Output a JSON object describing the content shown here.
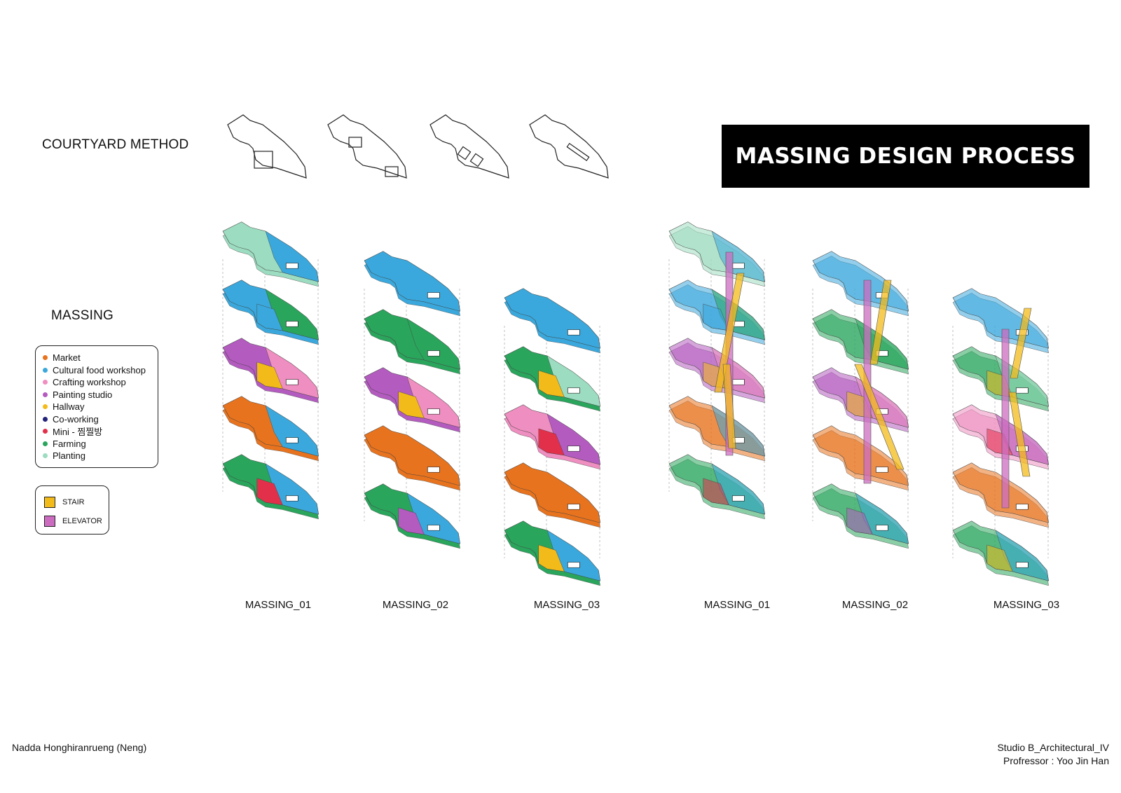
{
  "title": "MASSING DESIGN PROCESS",
  "sections": {
    "courtyard": "COURTYARD METHOD",
    "massing": "MASSING"
  },
  "legend": [
    {
      "label": "Market",
      "color": "#e8731e"
    },
    {
      "label": "Cultural food workshop",
      "color": "#3aa8dc"
    },
    {
      "label": "Crafting workshop",
      "color": "#ef8ec0"
    },
    {
      "label": "Painting studio",
      "color": "#b45bc0"
    },
    {
      "label": "Hallway",
      "color": "#f3bb1a"
    },
    {
      "label": "Co-working",
      "color": "#23237a"
    },
    {
      "label": "Mini - 찜찔방",
      "color": "#e3304a"
    },
    {
      "label": "Farming",
      "color": "#2aa55c"
    },
    {
      "label": "Planting",
      "color": "#9cdcc0"
    }
  ],
  "circulation": [
    {
      "label": "STAIR",
      "color": "#f3bb1a"
    },
    {
      "label": "ELEVATOR",
      "color": "#cc6cc0"
    }
  ],
  "captions": [
    "MASSING_01",
    "MASSING_02",
    "MASSING_03",
    "MASSING_01",
    "MASSING_02",
    "MASSING_03"
  ],
  "footer": {
    "author": "Nadda Honghiranrueng (Neng)",
    "studio": "Studio B_Architectural_IV",
    "professor": "Profressor : Yoo Jin Han"
  }
}
